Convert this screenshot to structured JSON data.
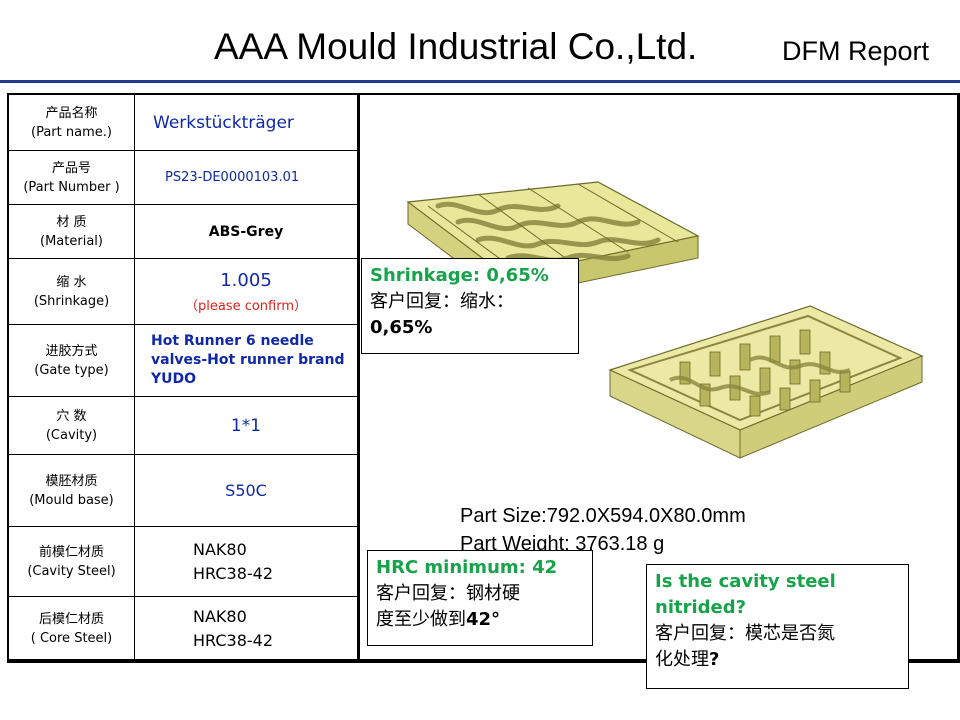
{
  "header": {
    "company": "AAA Mould Industrial Co.,Ltd.",
    "report": "DFM Report"
  },
  "spec": {
    "part_name": {
      "label_cn": "产品名称",
      "label_en": "(Part name.)",
      "value": "Werkstückträger"
    },
    "part_number": {
      "label_cn": "产品号",
      "label_en": "(Part Number )",
      "value": "PS23-DE0000103.01"
    },
    "material": {
      "label_cn": "材 质",
      "label_en": "(Material)",
      "value": "ABS-Grey"
    },
    "shrinkage": {
      "label_cn": "缩 水",
      "label_en": "(Shrinkage)",
      "value": "1.005",
      "note": "（please confirm）"
    },
    "gate_type": {
      "label_cn": "进胶方式",
      "label_en": "(Gate type)",
      "value": "Hot Runner 6 needle valves-Hot runner brand YUDO"
    },
    "cavity": {
      "label_cn": "穴 数",
      "label_en": "(Cavity)",
      "value": "1*1"
    },
    "mould_base": {
      "label_cn": "模胚材质",
      "label_en": "(Mould base)",
      "value": "S50C"
    },
    "cavity_steel": {
      "label_cn": "前模仁材质",
      "label_en": "(Cavity Steel)",
      "value_line1": "NAK80",
      "value_line2": "HRC38-42"
    },
    "core_steel": {
      "label_cn": "后模仁材质",
      "label_en": "( Core Steel)",
      "value_line1": "NAK80",
      "value_line2": "HRC38-42"
    }
  },
  "part_info": {
    "size": "Part Size:792.0X594.0X80.0mm",
    "weight": "Part Weight: 3763.18 g"
  },
  "callouts": {
    "shrinkage": {
      "title": "Shrinkage: 0,65%",
      "line2": "客户回复：缩水：",
      "line3": "0,65%"
    },
    "hrc": {
      "title": "HRC minimum: 42",
      "line2": "客户回复：钢材硬",
      "line3_prefix": "度至少做到",
      "line3_value": "42°"
    },
    "nitrided": {
      "title_line1": "Is the cavity steel",
      "title_line2": "nitrided?",
      "line3": "客户回复：模芯是否氮",
      "line4_prefix": "化处理",
      "line4_suffix": "?"
    }
  },
  "colors": {
    "accent_blue": "#1f3a8f",
    "value_blue": "#0f28a8",
    "note_red": "#e0201a",
    "callout_green": "#16a34a",
    "model_fill": "#e9e79a",
    "model_stroke": "#6d6a2c"
  }
}
